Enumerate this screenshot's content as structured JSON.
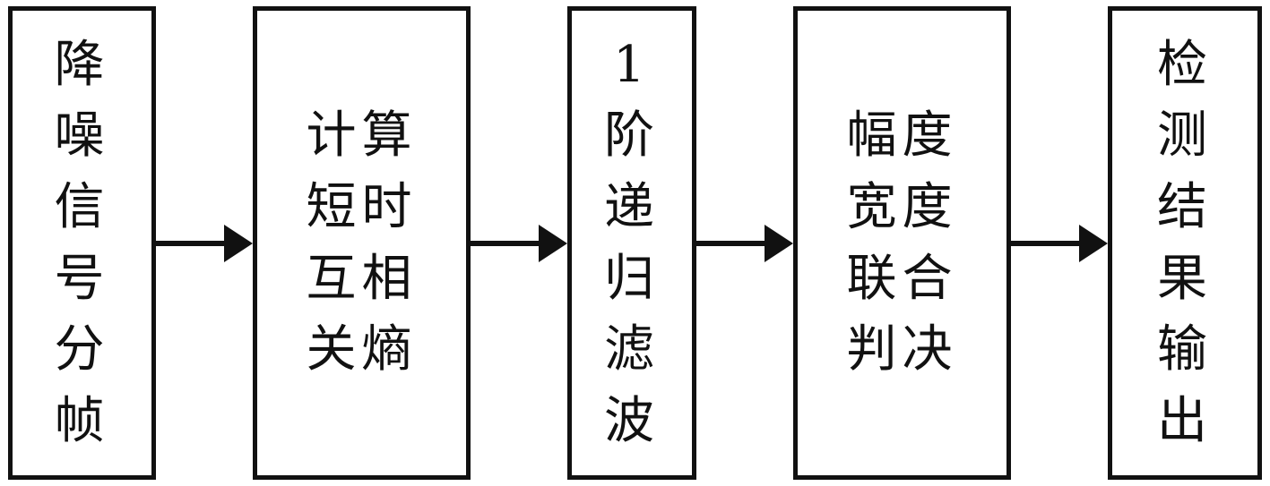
{
  "diagram": {
    "type": "flowchart",
    "direction": "left-to-right",
    "background_color": "#ffffff",
    "stroke_color": "#111111",
    "boxes": [
      {
        "id": "step-1",
        "text": "降噪信号分帧",
        "lines": [
          "降",
          "噪",
          "信",
          "号",
          "分",
          "帧"
        ]
      },
      {
        "id": "step-2",
        "text": "计算短时互相关熵",
        "lines": [
          "计算",
          "短时",
          "互相",
          "关熵"
        ]
      },
      {
        "id": "step-3",
        "text": "1阶递归滤波",
        "lines": [
          "1",
          "阶",
          "递",
          "归",
          "滤",
          "波"
        ]
      },
      {
        "id": "step-4",
        "text": "幅度宽度联合判决",
        "lines": [
          "幅度",
          "宽度",
          "联合",
          "判决"
        ]
      },
      {
        "id": "step-5",
        "text": "检测结果输出",
        "lines": [
          "检",
          "测",
          "结",
          "果",
          "输",
          "出"
        ]
      }
    ],
    "connectors": [
      {
        "from": "step-1",
        "to": "step-2",
        "type": "arrow-right"
      },
      {
        "from": "step-2",
        "to": "step-3",
        "type": "arrow-right"
      },
      {
        "from": "step-3",
        "to": "step-4",
        "type": "arrow-right"
      },
      {
        "from": "step-4",
        "to": "step-5",
        "type": "arrow-right"
      }
    ]
  }
}
